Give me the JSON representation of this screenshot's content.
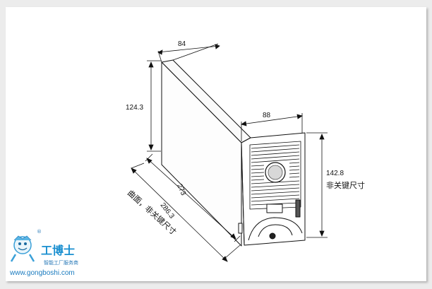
{
  "dimensions": {
    "top_width": "84",
    "front_width": "88",
    "left_height": "124.3",
    "front_height": "142.8",
    "front_height_note": "非关键尺寸",
    "depth": "273",
    "curved_depth": "286.3",
    "curved_depth_note": "曲面，非关键尺寸"
  },
  "watermark": {
    "logo_text": "工博士",
    "subtitle": "智能工厂服务商",
    "url": "www.gongboshi.com",
    "registered_mark": "®"
  },
  "colors": {
    "line": "#111111",
    "logo_blue": "#1a8fd0"
  }
}
